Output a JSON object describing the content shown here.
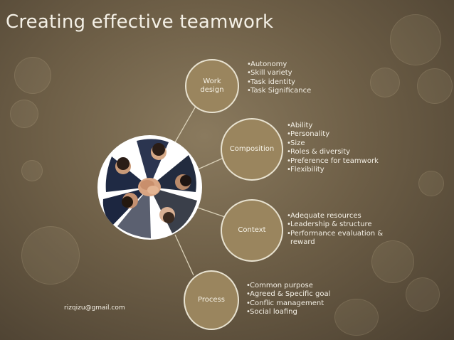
{
  "slide": {
    "title": "Creating effective teamwork",
    "email": "rizqizu@gmail.com"
  },
  "nodes": [
    {
      "label": "Work\ndesign",
      "bullets": [
        "Autonomy",
        "Skill variety",
        "Task identity",
        "Task Significance"
      ]
    },
    {
      "label": "Composition",
      "bullets": [
        "Ability",
        "Personality",
        "Size",
        "Roles & diversity",
        "Preference for teamwork",
        "Flexibility"
      ]
    },
    {
      "label": "Context",
      "bullets": [
        "Adequate resources",
        "Leadership & structure",
        "Performance evaluation &\nreward"
      ]
    },
    {
      "label": "Process",
      "bullets": [
        "Common purpose",
        "Agreed & Specific goal",
        "Conflic management",
        "Social loafing"
      ]
    }
  ],
  "colors": {
    "node_fill": "#9a855e",
    "node_border": "#e8e2d0",
    "text": "#f4f0e6"
  },
  "center_image": {
    "icon": "team-huddle-photo"
  }
}
